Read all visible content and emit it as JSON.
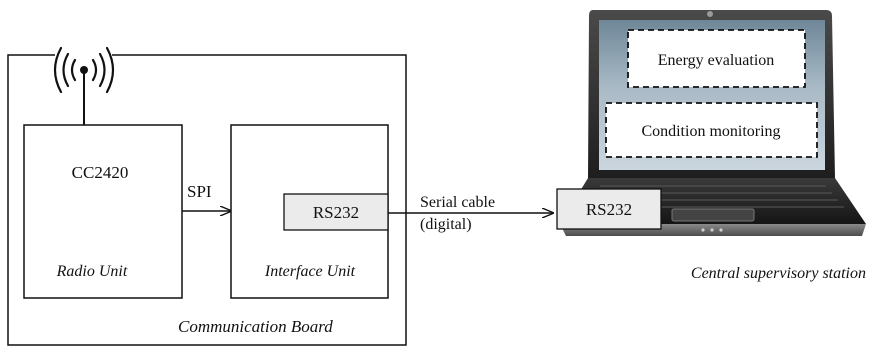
{
  "board": {
    "title": "Communication Board",
    "radio": {
      "chip": "CC2420",
      "label": "Radio Unit"
    },
    "interface": {
      "label": "Interface Unit",
      "port": "RS232"
    },
    "spi_label": "SPI"
  },
  "cable": {
    "line1": "Serial cable",
    "line2": "(digital)"
  },
  "station": {
    "caption": "Central supervisory station",
    "port": "RS232",
    "screen_items": [
      "Energy evaluation",
      "Condition monitoring"
    ]
  },
  "icons": {
    "antenna": "antenna-icon",
    "laptop": "laptop-icon"
  }
}
